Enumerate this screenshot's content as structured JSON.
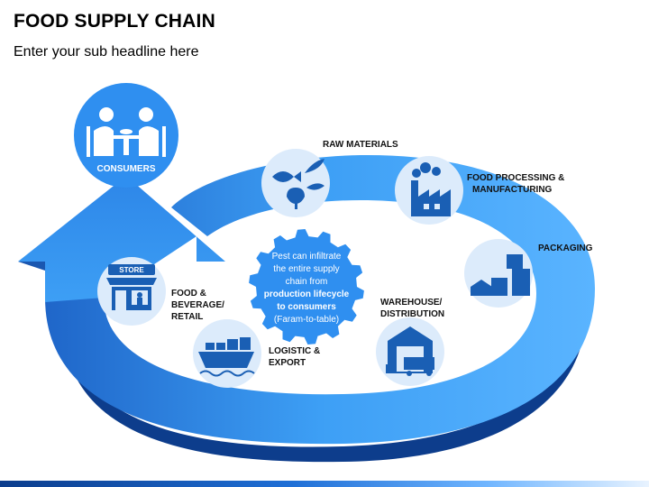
{
  "title": "FOOD SUPPLY CHAIN",
  "subtitle": "Enter your sub headline here",
  "colors": {
    "ring_light": "#3d9ff5",
    "ring_dark": "#1f66c9",
    "ring_shadow": "#0d3d8c",
    "node_fill": "#dcebfb",
    "icon": "#1a5fb4",
    "center_gear": "#2f8ff0"
  },
  "stages": [
    {
      "id": "consumers",
      "label_lines": [
        "CONSUMERS"
      ],
      "icon": "dining-people-icon"
    },
    {
      "id": "raw-materials",
      "label_lines": [
        "RAW MATERIALS"
      ],
      "icon": "fish-bird-leaf-icon"
    },
    {
      "id": "food-processing",
      "label_lines": [
        "FOOD PROCESSING &",
        "MANUFACTURING"
      ],
      "icon": "factory-icon"
    },
    {
      "id": "packaging",
      "label_lines": [
        "PACKAGING"
      ],
      "icon": "boxes-icon"
    },
    {
      "id": "warehouse",
      "label_lines": [
        "WAREHOUSE/",
        "DISTRIBUTION"
      ],
      "icon": "warehouse-truck-icon"
    },
    {
      "id": "logistic",
      "label_lines": [
        "LOGISTIC &",
        "EXPORT"
      ],
      "icon": "cargo-ship-icon"
    },
    {
      "id": "retail",
      "label_lines": [
        "FOOD &",
        "BEVERAGE/",
        "RETAIL"
      ],
      "icon": "store-icon",
      "sign": "STORE"
    }
  ],
  "center": {
    "icon": "gear-icon",
    "lines": [
      "Pest can infiltrate",
      "the entire supply",
      "chain from",
      "production lifecycle",
      "to consumers",
      "(Faram-to-table)"
    ]
  }
}
